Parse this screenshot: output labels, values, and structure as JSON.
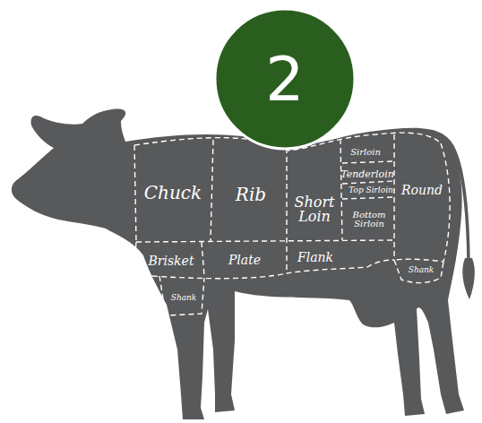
{
  "diagram": {
    "nodes": [
      {
        "text": [
          "2"
        ]
      }
    ],
    "labels": [
      "Chuck",
      "Rib",
      "Short Loin",
      "Sirloin",
      "Tenderloin",
      "Top Sirloin",
      "Round",
      "Bottom Sirloin",
      "Brisket",
      "Plate",
      "Flank",
      "Shank",
      "Shank"
    ]
  }
}
